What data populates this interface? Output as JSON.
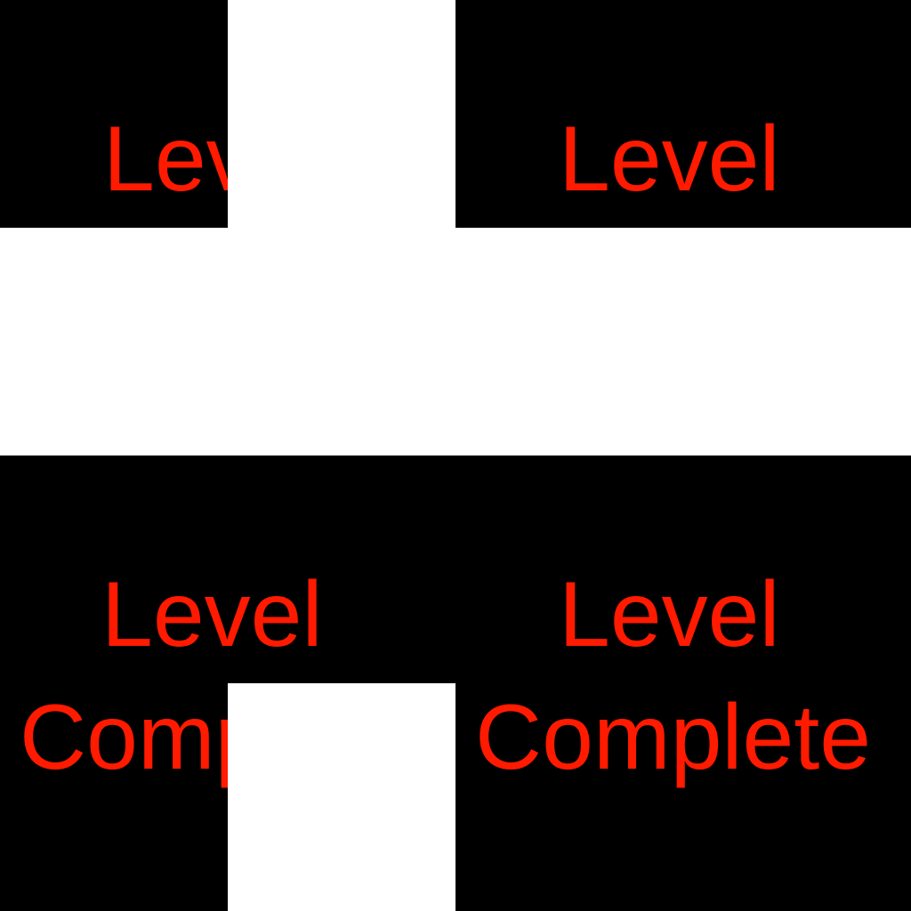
{
  "colors": {
    "background": "#ffffff",
    "tile": "#000000",
    "text": "#ff1a00"
  },
  "tiles": {
    "top_left": {
      "line1": "Level"
    },
    "top_right": {
      "line1": "Level"
    },
    "bottom_left": {
      "line1": "Level",
      "line2": "Complete"
    },
    "bottom_right": {
      "line1": "Level",
      "line2": "Complete"
    }
  }
}
